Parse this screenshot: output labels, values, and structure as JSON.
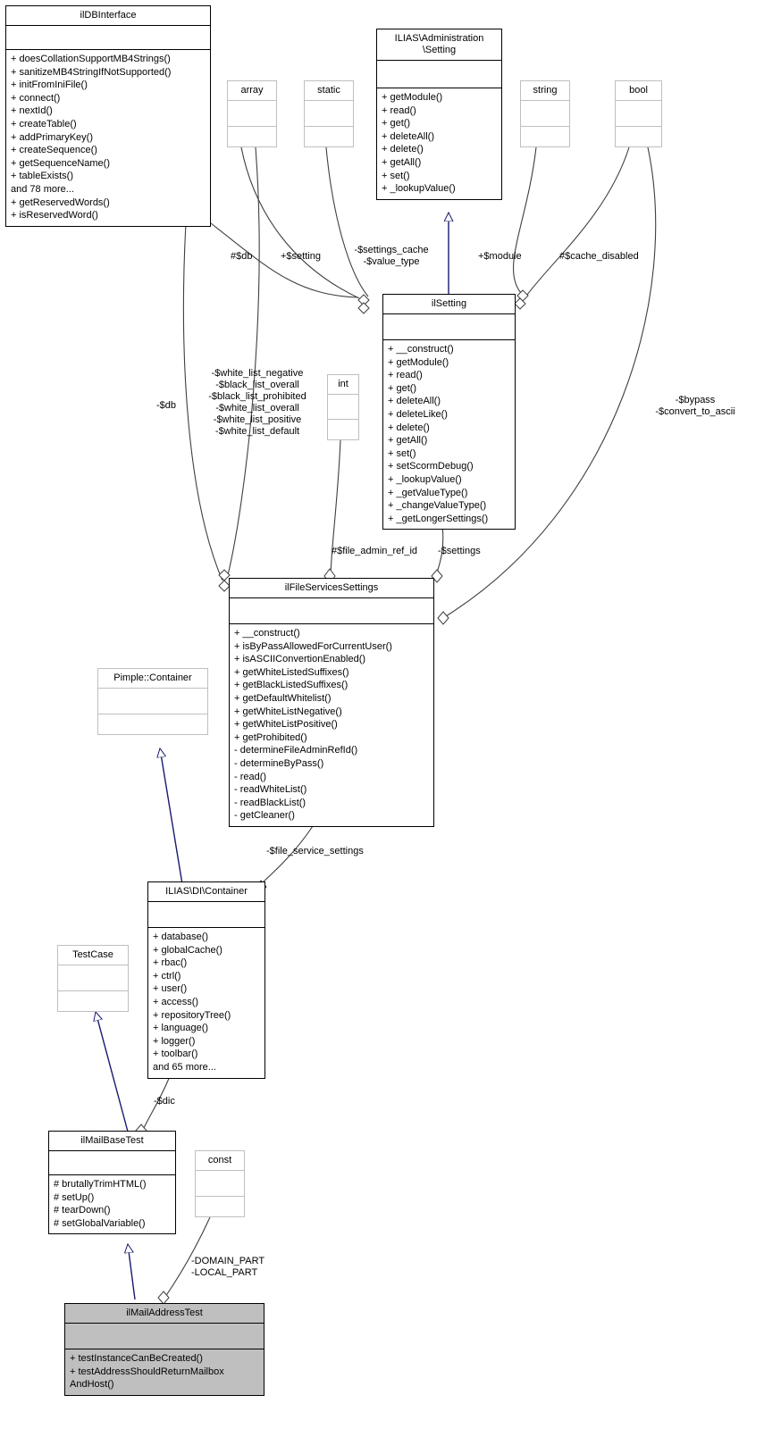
{
  "diagram": {
    "type": "uml-class-diagram",
    "highlight_color": "#bfbfbf",
    "inheritance_color": "#191970",
    "association_color": "#3f3f3f"
  },
  "classes": {
    "ildbinterface": {
      "name": "ilDBInterface",
      "operations": "+ doesCollationSupportMB4Strings()\n+ sanitizeMB4StringIfNotSupported()\n+ initFromIniFile()\n+ connect()\n+ nextId()\n+ createTable()\n+ addPrimaryKey()\n+ createSequence()\n+ getSequenceName()\n+ tableExists()\nand 78 more...\n+ getReservedWords()\n+ isReservedWord()"
    },
    "array": {
      "name": "array"
    },
    "static": {
      "name": "static"
    },
    "ilias_administration_setting": {
      "name": "ILIAS\\Administration\n\\Setting",
      "operations": "+ getModule()\n+ read()\n+ get()\n+ deleteAll()\n+ delete()\n+ getAll()\n+ set()\n+ _lookupValue()"
    },
    "string": {
      "name": "string"
    },
    "bool": {
      "name": "bool"
    },
    "ilsetting": {
      "name": "ilSetting",
      "operations": "+ __construct()\n+ getModule()\n+ read()\n+ get()\n+ deleteAll()\n+ deleteLike()\n+ delete()\n+ getAll()\n+ set()\n+ setScormDebug()\n+ _lookupValue()\n+ _getValueType()\n+ _changeValueType()\n+ _getLongerSettings()"
    },
    "int": {
      "name": "int"
    },
    "ilfileservicessettings": {
      "name": "ilFileServicesSettings",
      "operations": "+ __construct()\n+ isByPassAllowedForCurrentUser()\n+ isASCIIConvertionEnabled()\n+ getWhiteListedSuffixes()\n+ getBlackListedSuffixes()\n+ getDefaultWhitelist()\n+ getWhiteListNegative()\n+ getWhiteListPositive()\n+ getProhibited()\n- determineFileAdminRefId()\n- determineByPass()\n- read()\n- readWhiteList()\n- readBlackList()\n- getCleaner()"
    },
    "pimple_container": {
      "name": "Pimple::Container"
    },
    "ilias_di_container": {
      "name": "ILIAS\\DI\\Container",
      "operations": "+ database()\n+ globalCache()\n+ rbac()\n+ ctrl()\n+ user()\n+ access()\n+ repositoryTree()\n+ language()\n+ logger()\n+ toolbar()\nand 65 more..."
    },
    "testcase": {
      "name": "TestCase"
    },
    "ilmailbasetest": {
      "name": "ilMailBaseTest",
      "operations": "# brutallyTrimHTML()\n# setUp()\n# tearDown()\n# setGlobalVariable()"
    },
    "const": {
      "name": "const"
    },
    "ilmailaddresstest": {
      "name": "ilMailAddressTest",
      "operations": "+ testInstanceCanBeCreated()\n+ testAddressShouldReturnMailbox\nAndHost()"
    }
  },
  "edge_labels": {
    "db_to_ilsetting": "#$db",
    "array_setting": "+$setting",
    "static_settings_cache": "-$settings_cache\n-$value_type",
    "string_module": "+$module",
    "bool_cache_disabled": "#$cache_disabled",
    "db_to_fileservices": "-$db",
    "whitelists": "-$white_list_negative\n-$black_list_overall\n-$black_list_prohibited\n-$white_list_overall\n-$white_list_positive\n-$white_list_default",
    "int_file_admin_ref_id": "#$file_admin_ref_id",
    "ilsetting_settings": "-$settings",
    "bool_bypass": "-$bypass\n-$convert_to_ascii",
    "file_service_settings": "-$file_service_settings",
    "dic": "-$dic",
    "const_parts": "-DOMAIN_PART\n-LOCAL_PART"
  }
}
